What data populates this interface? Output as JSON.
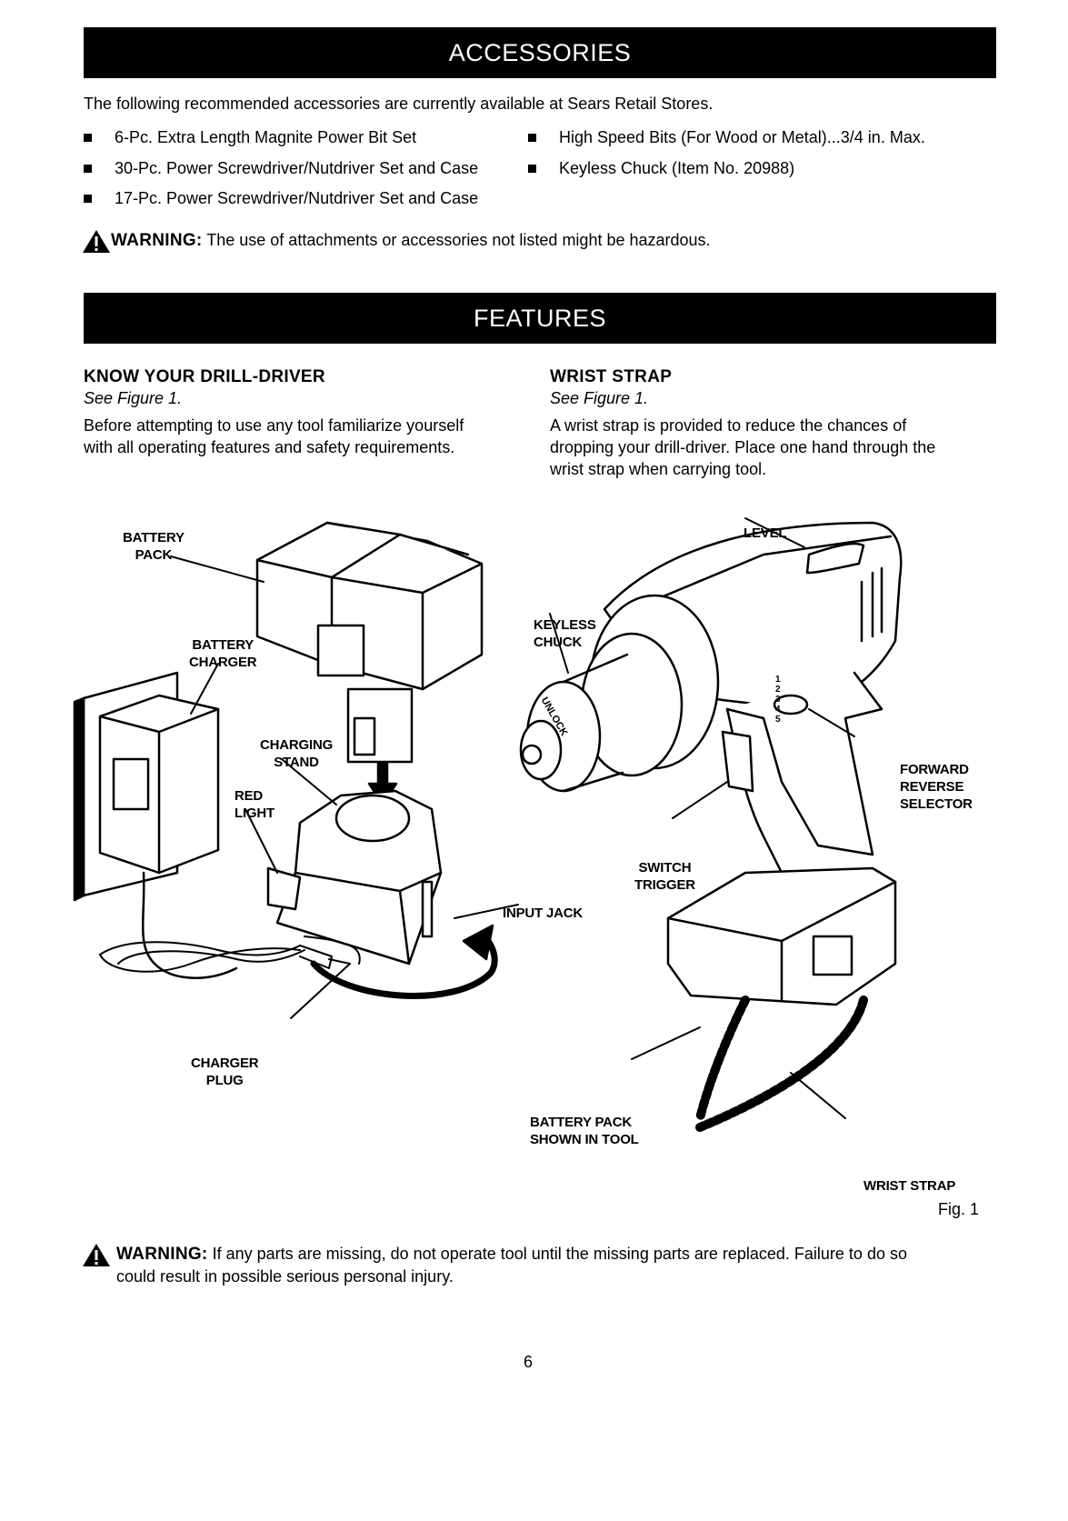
{
  "accessories": {
    "title": "ACCESSORIES",
    "intro": "The following recommended accessories are currently available at Sears Retail Stores.",
    "items_left": [
      "6-Pc. Extra Length Magnite Power Bit Set",
      "30-Pc. Power Screwdriver/Nutdriver Set and Case",
      "17-Pc. Power Screwdriver/Nutdriver Set and Case"
    ],
    "items_right": [
      "High Speed Bits (For Wood or Metal)...3/4 in. Max.",
      "Keyless Chuck (Item No. 20988)"
    ],
    "warning_label": "WARNING:",
    "warning_text": "The use of attachments or accessories not listed might be hazardous."
  },
  "features": {
    "title": "FEATURES",
    "know": {
      "heading": "KNOW YOUR DRILL-DRIVER",
      "ref": "See Figure 1.",
      "text_lines": [
        "Before attempting to use any tool familiarize yourself",
        "with all operating features and safety requirements."
      ]
    },
    "wrist": {
      "heading": "WRIST STRAP",
      "ref": "See Figure 1.",
      "text_lines": [
        "A wrist strap is provided to reduce the chances of",
        "dropping your drill-driver. Place one hand through the",
        "wrist strap when carrying tool."
      ]
    }
  },
  "figure": {
    "labels": {
      "battery_pack": [
        "BATTERY",
        "PACK"
      ],
      "battery_charger": [
        "BATTERY",
        "CHARGER"
      ],
      "charging_stand": [
        "CHARGING",
        "STAND"
      ],
      "red_light": [
        "RED",
        "LIGHT"
      ],
      "charger_plug": [
        "CHARGER",
        "PLUG"
      ],
      "input_jack": "INPUT JACK",
      "level": "LEVEL",
      "keyless_chuck": [
        "KEYLESS",
        "CHUCK"
      ],
      "forward_reverse": [
        "FORWARD",
        "REVERSE",
        "SELECTOR"
      ],
      "switch_trigger": [
        "SWITCH",
        "TRIGGER"
      ],
      "battery_in_tool": [
        "BATTERY PACK",
        "SHOWN IN TOOL"
      ],
      "wrist_strap": "WRIST STRAP"
    },
    "chuck_marking": "UNLOCK",
    "clutch_numbers": [
      "1",
      "2",
      "3",
      "4",
      "5"
    ],
    "caption": "Fig. 1"
  },
  "bottom_warning": {
    "label": "WARNING:",
    "line1": "If any parts are missing, do not operate tool until the missing parts are replaced. Failure to do so",
    "line2": "could result in possible serious personal injury."
  },
  "page_number": "6"
}
